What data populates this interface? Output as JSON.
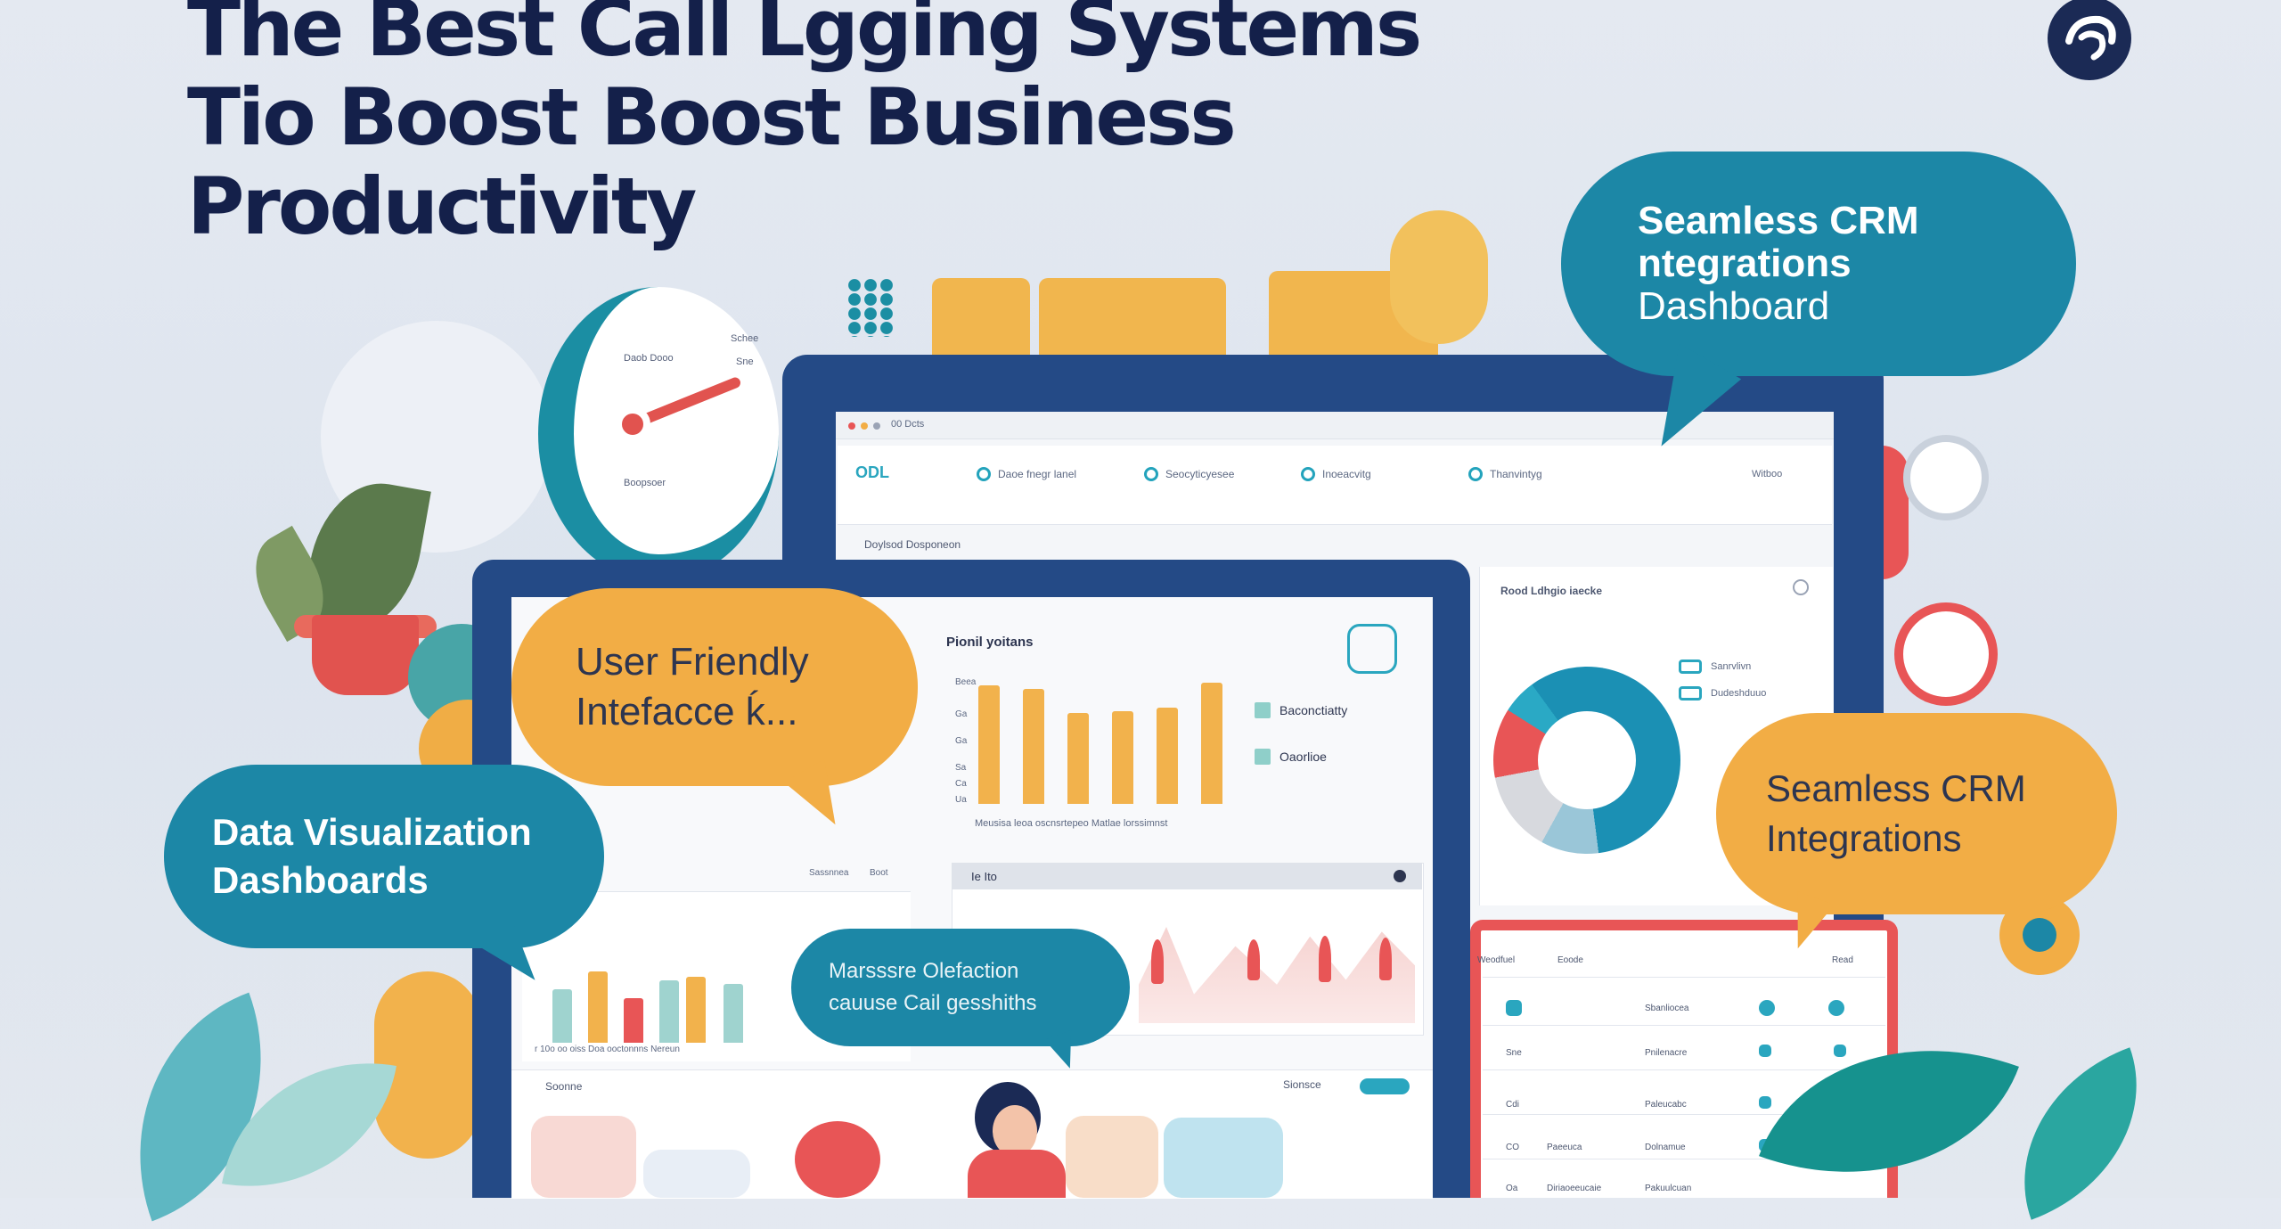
{
  "title": {
    "line1": "The Best Call Lgging Systems",
    "line2": "Tio Boost Boost Business",
    "line3": "Productivity"
  },
  "bubbles": {
    "crm_top": {
      "line1": "Seamless CRM",
      "line2": "ntegrations",
      "line3": "Dashboard"
    },
    "user_friendly": {
      "line1": "User Friendly",
      "line2": "Intefacce ḱ..."
    },
    "data_viz": {
      "line1": "Data Visualization",
      "line2": "Dashboards"
    },
    "crm_bottom": {
      "line1": "Seamless CRM",
      "line2": "Integrations"
    },
    "manager": {
      "line1": "Marsssre Olefaction",
      "line2": "cauuse Cail gesshiths"
    }
  },
  "dashboard": {
    "logo": "ODL",
    "window_title": "00 Dcts",
    "nav": [
      "Daoe fnegr lanel",
      "Seocyticyesee",
      "Inoeacvitg",
      "Thanvintyg"
    ],
    "nav_right": "Witboo",
    "crumb": "Doylsod Dosponeon",
    "right_panel_title": "Rood Ldhgio iaecke",
    "right_legend": [
      "Sanrvlivn",
      "Dudeshduuo"
    ],
    "bar_panel_title": "Pionil yoitans",
    "bar_axis": [
      "Beea",
      "Ga",
      "Ga",
      "Sa",
      "Ca",
      "Ua"
    ],
    "bar_legend": [
      "Baconctiatty",
      "Oaorlioe"
    ],
    "bar_caption": "Meusisa leoa oscnsrtepeo Matlae lorssimnst",
    "sub_panel_title": "Ie Ito",
    "left_chart_header": [
      "Sassnnea",
      "Boot"
    ],
    "left_chart_caption": "r 10o oo oiss Doa ooctonnns Nereun",
    "bottom_label": "Soonne",
    "bottom_badge": "Sionsce",
    "gauge_labels": [
      "Schee",
      "Daob Dooo",
      "Sne",
      "Boopsoer"
    ],
    "table_header": [
      "Weodfuel",
      "Eoode",
      "Read"
    ],
    "table_rows": [
      [
        "",
        "Sbanliocea"
      ],
      [
        "Sne",
        "Pnilenacre"
      ],
      [
        "Cdi",
        "Paleucabc"
      ],
      [
        "CO",
        "Paeeuca",
        "Dolnamue"
      ],
      [
        "Oa",
        "Diriaoeeucaie",
        "Pakuulcuan"
      ]
    ]
  },
  "colors": {
    "navy": "#14204a",
    "teal": "#1c87a6",
    "orange": "#f2ad45",
    "red": "#e85556",
    "monitor": "#244a86"
  },
  "chart_data": {
    "type": "bar",
    "categories": [
      "",
      "",
      "",
      "",
      "",
      ""
    ],
    "values": [
      115,
      112,
      88,
      90,
      94,
      118
    ],
    "ylim": [
      0,
      130
    ]
  }
}
